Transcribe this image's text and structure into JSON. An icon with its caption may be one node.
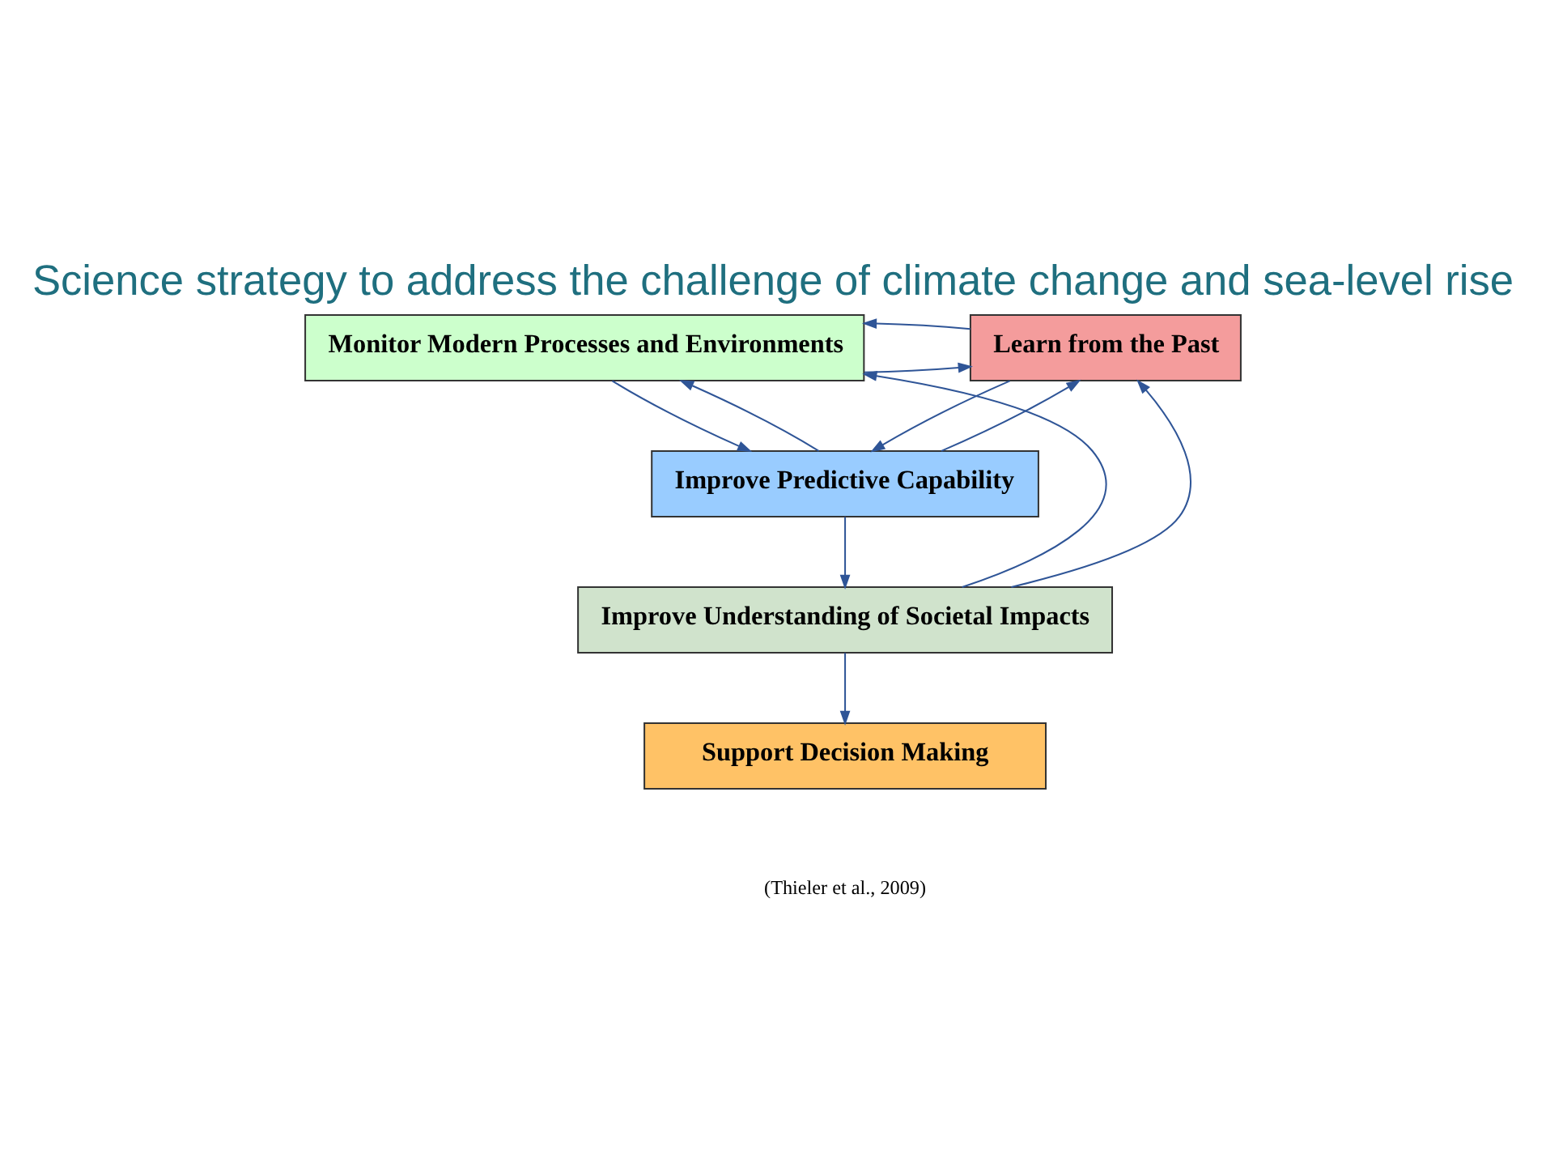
{
  "diagram": {
    "title": "Science strategy to address the challenge of climate change and sea-level rise",
    "caption": "(Thieler et al., 2009)",
    "nodes": [
      {
        "text": [
          "Monitor Modern Processes and Environments"
        ]
      },
      {
        "text": [
          "Learn from the Past"
        ]
      },
      {
        "text": [
          "Improve Predictive Capability"
        ]
      },
      {
        "text": [
          "Improve Understanding of Societal Impacts"
        ]
      },
      {
        "text": [
          "Support Decision Making"
        ]
      }
    ],
    "edges": [
      {
        "from": 0,
        "to": 1,
        "arrow": "to"
      },
      {
        "from": 1,
        "to": 0,
        "arrow": "to"
      },
      {
        "from": 0,
        "to": 2,
        "arrow": "to"
      },
      {
        "from": 1,
        "to": 2,
        "arrow": "to"
      },
      {
        "from": 2,
        "to": 0,
        "arrow": "to"
      },
      {
        "from": 2,
        "to": 1,
        "arrow": "to"
      },
      {
        "from": 2,
        "to": 3,
        "arrow": "to"
      },
      {
        "from": 3,
        "to": 0,
        "arrow": "to"
      },
      {
        "from": 3,
        "to": 1,
        "arrow": "to"
      },
      {
        "from": 3,
        "to": 4,
        "arrow": "to"
      }
    ]
  }
}
